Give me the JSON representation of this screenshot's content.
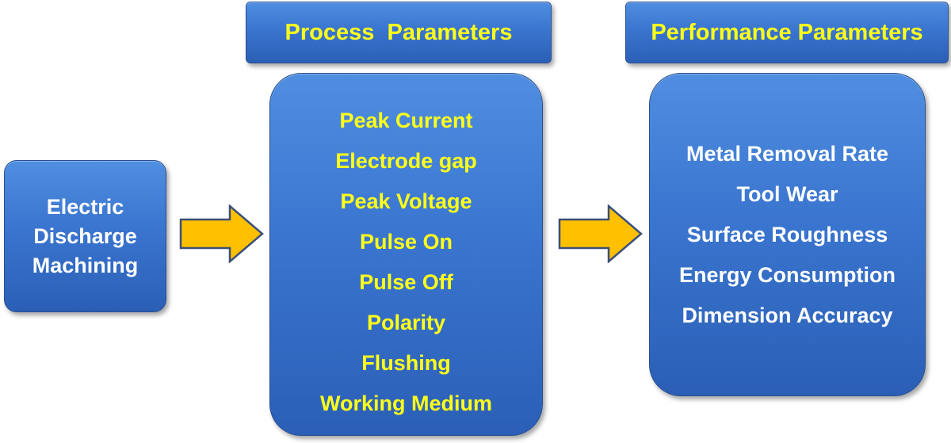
{
  "source": {
    "lines": [
      "Electric",
      "Discharge",
      "Machining"
    ]
  },
  "process_parameters": {
    "title": "Process  Parameters",
    "items": [
      "Peak Current",
      "Electrode gap",
      "Peak Voltage",
      "Pulse On",
      "Pulse Off",
      "Polarity",
      "Flushing",
      "Working Medium"
    ]
  },
  "performance_parameters": {
    "title": "Performance Parameters",
    "items": [
      "Metal Removal Rate",
      "Tool Wear",
      "Surface Roughness",
      "Energy Consumption",
      "Dimension Accuracy"
    ]
  },
  "colors": {
    "box_fill": "#3a75cf",
    "box_border": "#2a4f8f",
    "heading_text": "#ffff1a",
    "result_text": "#ffffff",
    "arrow_fill": "#ffc000",
    "arrow_stroke": "#3b4f78"
  }
}
